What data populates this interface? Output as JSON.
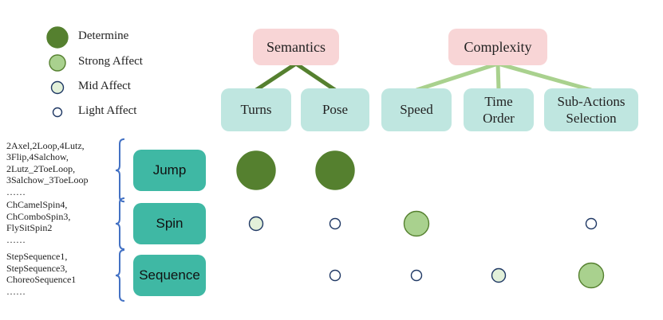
{
  "legend": [
    {
      "label": "Determine",
      "level": "determine"
    },
    {
      "label": "Strong Affect",
      "level": "strong"
    },
    {
      "label": "Mid Affect",
      "level": "mid"
    },
    {
      "label": "Light Affect",
      "level": "light"
    }
  ],
  "categories": [
    {
      "label": "Semantics",
      "children": [
        "turns",
        "pose"
      ]
    },
    {
      "label": "Complexity",
      "children": [
        "speed",
        "time_order",
        "sub_actions"
      ]
    }
  ],
  "factors": {
    "turns": "Turns",
    "pose": "Pose",
    "speed": "Speed",
    "time_order": "Time\nOrder",
    "sub_actions": "Sub-Actions\nSelection"
  },
  "rows": [
    {
      "label": "Jump",
      "examples": [
        "2Axel,2Loop,4Lutz,",
        "3Flip,4Salchow,",
        "2Lutz_2ToeLoop,",
        "3Salchow_3ToeLoop",
        "……"
      ],
      "effects": {
        "turns": "determine",
        "pose": "determine"
      }
    },
    {
      "label": "Spin",
      "examples": [
        "ChCamelSpin4,",
        "ChComboSpin3,",
        "FlySitSpin2",
        "……"
      ],
      "effects": {
        "turns": "mid",
        "pose": "light",
        "speed": "strong",
        "sub_actions": "light"
      }
    },
    {
      "label": "Sequence",
      "examples": [
        "StepSequence1,",
        "StepSequence3,",
        "ChoreoSequence1",
        "……"
      ],
      "effects": {
        "pose": "light",
        "speed": "light",
        "time_order": "mid",
        "sub_actions": "strong"
      }
    }
  ],
  "colors": {
    "determine_fill": "#55802f",
    "strong_fill": "#a9d18e",
    "mid_fill": "#e2f0d9",
    "light_fill": "#ffffff",
    "marker_stroke": "#1f3864",
    "semantics_edge": "#55802f",
    "complexity_edge": "#a9d18e",
    "brace": "#4472c4",
    "category_box": "#f8d5d6",
    "factor_box": "#bfe6e0",
    "row_box": "#3fb8a4"
  }
}
